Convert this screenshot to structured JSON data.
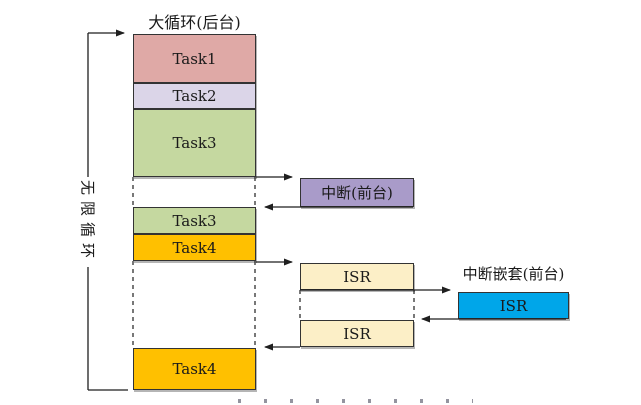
{
  "labels": {
    "title": "大循环(后台)",
    "infinite_loop": "无限循环",
    "interrupt_nesting": "中断嵌套(前台)"
  },
  "blocks": {
    "task1": "Task1",
    "task2": "Task2",
    "task3_first": "Task3",
    "task3_resumed": "Task3",
    "task4_first": "Task4",
    "task4_resumed": "Task4",
    "interrupt": "中断(前台)",
    "isr_first": "ISR",
    "isr_nested": "ISR",
    "isr_resumed": "ISR"
  },
  "colors": {
    "task1": "#dfa9a6",
    "task2": "#dbd5e8",
    "task3": "#c5d8a0",
    "task4": "#ffc000",
    "interrupt": "#a99bc9",
    "isr": "#fcefc7",
    "isr_nested": "#00a6e9",
    "line": "#1f1f1f",
    "border": "#333333"
  }
}
